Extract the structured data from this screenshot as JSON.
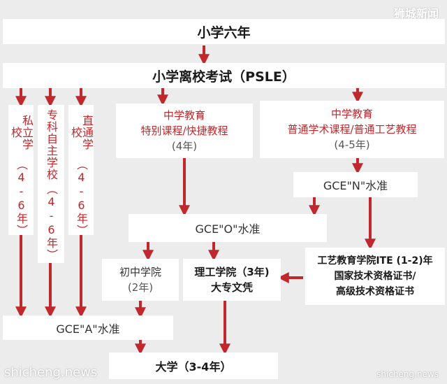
{
  "watermark_top": "狮城新闻",
  "watermark_bottom_left": "shicheng.news",
  "watermark_bottom_right": "shicheng.news",
  "colors": {
    "arrow": "#c0282d",
    "box": "#ffffff",
    "background": "#ececec"
  },
  "nodes": {
    "p6": "小学六年",
    "psle": "小学离校考试（PSLE）",
    "private": {
      "name": "私立学校",
      "years": "（4-6年）"
    },
    "autonomous": {
      "name": "专科自主学校",
      "years": "（4-6年）"
    },
    "through": {
      "name": "直通学校",
      "years": "（4-6年）"
    },
    "express": {
      "line1": "中学教育",
      "line2": "特别课程/快捷教程",
      "line3": "(4年)"
    },
    "normal": {
      "line1": "中学教育",
      "line2": "普通学术课程/普通工艺教程",
      "line3": "(4-5年)"
    },
    "gce_n": "GCE\"N\"水准",
    "gce_o": "GCE\"O\"水准",
    "jc": {
      "line1": "初中学院",
      "line2": "(2年)"
    },
    "poly": {
      "line1": "理工学院（3年)",
      "line2": "大专文凭"
    },
    "ite": {
      "line1": "工艺教育学院ITE (1-2)年",
      "line2": "国家技术资格证书/",
      "line3": "高级技术资格证书"
    },
    "gce_a": "GCE\"A\"水准",
    "uni": "大学（3-4年）"
  }
}
